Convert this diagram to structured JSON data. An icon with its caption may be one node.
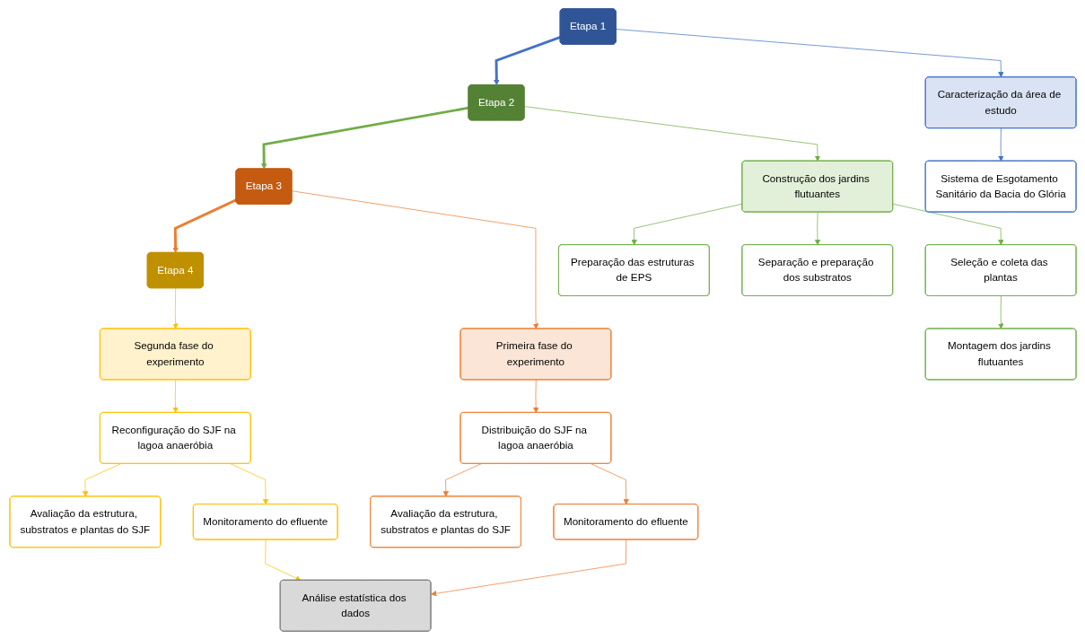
{
  "diagram": {
    "nodes": [
      {
        "text": [
          "Etapa 1"
        ]
      },
      {
        "text": [
          "Etapa 2"
        ]
      },
      {
        "text": [
          "Etapa 3"
        ]
      },
      {
        "text": [
          "Etapa 4"
        ]
      },
      {
        "text": [
          "Caracterização da área de estudo"
        ]
      },
      {
        "text": [
          "Sistema de Esgotamento Sanitário da Bacia do Glória"
        ]
      },
      {
        "text": [
          "Construção dos jardins flutuantes"
        ]
      },
      {
        "text": [
          "Preparação das estruturas de EPS"
        ]
      },
      {
        "text": [
          "Separação e preparação dos substratos"
        ]
      },
      {
        "text": [
          "Seleção e coleta das plantas"
        ]
      },
      {
        "text": [
          "Montagem dos jardins flutuantes"
        ]
      },
      {
        "text": [
          "Primeira fase do experimento"
        ]
      },
      {
        "text": [
          "Distribuição do SJF na lagoa anaeróbia"
        ]
      },
      {
        "text": [
          "Avaliação da estrutura, substratos e plantas do SJF"
        ]
      },
      {
        "text": [
          "Monitoramento do efluente"
        ]
      },
      {
        "text": [
          "Segunda fase do experimento"
        ]
      },
      {
        "text": [
          "Reconfiguração do SJF na lagoa anaeróbia"
        ]
      },
      {
        "text": [
          "Avaliação da estrutura, substratos e plantas do SJF"
        ]
      },
      {
        "text": [
          "Monitoramento do efluente"
        ]
      },
      {
        "text": [
          "Análise estatística dos dados"
        ]
      }
    ],
    "edges": [
      {
        "from": 0,
        "to": 1,
        "arrow": "to",
        "style": "thick",
        "color": "#4472c4"
      },
      {
        "from": 1,
        "to": 2,
        "arrow": "to",
        "style": "thick",
        "color": "#70ad47"
      },
      {
        "from": 2,
        "to": 3,
        "arrow": "to",
        "style": "thick",
        "color": "#ed7d31"
      },
      {
        "from": 0,
        "to": 4,
        "arrow": "to",
        "color": "#4472c4"
      },
      {
        "from": 4,
        "to": 5,
        "arrow": "to",
        "color": "#4472c4"
      },
      {
        "from": 1,
        "to": 6,
        "arrow": "to",
        "color": "#70ad47"
      },
      {
        "from": 6,
        "to": 7,
        "arrow": "to",
        "color": "#70ad47"
      },
      {
        "from": 6,
        "to": 8,
        "arrow": "to",
        "color": "#70ad47"
      },
      {
        "from": 6,
        "to": 9,
        "arrow": "to",
        "color": "#70ad47"
      },
      {
        "from": 9,
        "to": 10,
        "arrow": "to",
        "color": "#70ad47"
      },
      {
        "from": 2,
        "to": 11,
        "arrow": "to",
        "color": "#ed7d31"
      },
      {
        "from": 11,
        "to": 12,
        "arrow": "to",
        "color": "#ed7d31"
      },
      {
        "from": 12,
        "to": 13,
        "arrow": "to",
        "color": "#ed7d31"
      },
      {
        "from": 12,
        "to": 14,
        "arrow": "to",
        "color": "#ed7d31"
      },
      {
        "from": 14,
        "to": 19,
        "arrow": "to",
        "color": "#ed7d31"
      },
      {
        "from": 3,
        "to": 15,
        "arrow": "to",
        "color": "#ffc000"
      },
      {
        "from": 15,
        "to": 16,
        "arrow": "to",
        "color": "#ffc000"
      },
      {
        "from": 16,
        "to": 17,
        "arrow": "to",
        "color": "#ffc000"
      },
      {
        "from": 16,
        "to": 18,
        "arrow": "to",
        "color": "#ffc000"
      },
      {
        "from": 18,
        "to": 19,
        "arrow": "to",
        "color": "#ffc000"
      }
    ]
  }
}
